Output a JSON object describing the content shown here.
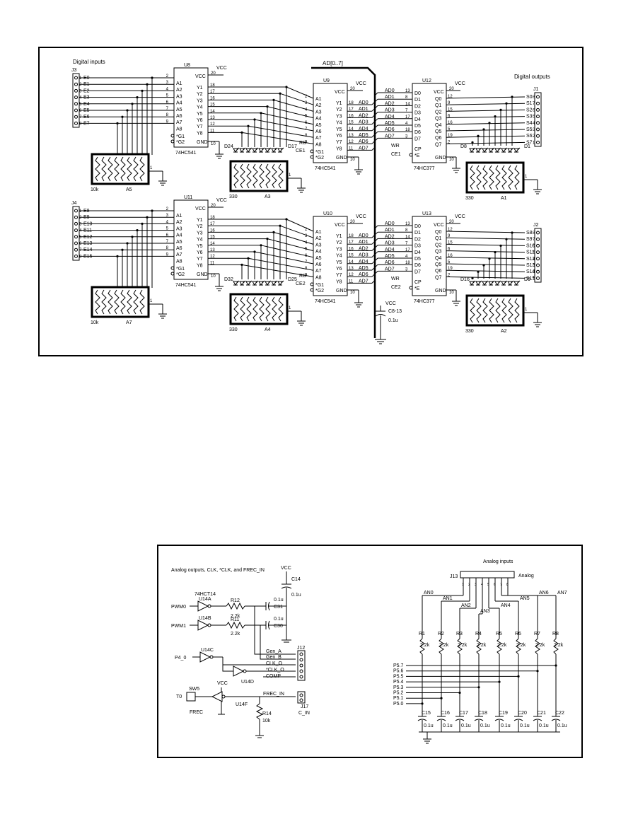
{
  "top": {
    "digital_inputs_title": "Digital inputs",
    "digital_outputs_title": "Digital outputs",
    "bus_label": "AD[0..7]",
    "vcc": "VCC",
    "input_connectors": [
      {
        "ref": "J3",
        "pins": [
          "E0",
          "E1",
          "E2",
          "E3",
          "E4",
          "E5",
          "E6",
          "E7"
        ]
      },
      {
        "ref": "J4",
        "pins": [
          "E8",
          "E9",
          "E10",
          "E11",
          "E12",
          "E13",
          "E14",
          "E15"
        ]
      }
    ],
    "output_connectors": [
      {
        "ref": "J1",
        "pins": [
          "S0",
          "S1",
          "S2",
          "S3",
          "S4",
          "S5",
          "S6",
          "S7"
        ]
      },
      {
        "ref": "J2",
        "pins": [
          "S8",
          "S9",
          "S10",
          "S11",
          "S12",
          "S13",
          "S14",
          "S15"
        ]
      }
    ],
    "buffers": [
      {
        "ref": "U8",
        "part": "74HC541"
      },
      {
        "ref": "U9",
        "part": "74HC541"
      },
      {
        "ref": "U11",
        "part": "74HC541"
      },
      {
        "ref": "U10",
        "part": "74HC541"
      }
    ],
    "latches": [
      {
        "ref": "U12",
        "part": "74HC377"
      },
      {
        "ref": "U13",
        "part": "74HC377"
      }
    ],
    "buffer_pins_left": [
      "A1",
      "A2",
      "A3",
      "A4",
      "A5",
      "A6",
      "A7",
      "A8"
    ],
    "buffer_pins_right": [
      "Y1",
      "Y2",
      "Y3",
      "Y4",
      "Y5",
      "Y6",
      "Y7",
      "Y8"
    ],
    "buffer_gate_pins": [
      "*G1",
      "*G2",
      "GND"
    ],
    "latch_pins_left": [
      "D0",
      "D1",
      "D2",
      "D3",
      "D4",
      "D5",
      "D6",
      "D7"
    ],
    "latch_pins_right": [
      "Q0",
      "Q1",
      "Q2",
      "Q3",
      "Q4",
      "Q5",
      "Q6",
      "Q7"
    ],
    "latch_ctrl_pins": [
      "CP",
      "*E",
      "GND"
    ],
    "ad_lines": [
      "AD0",
      "AD1",
      "AD2",
      "AD3",
      "AD4",
      "AD5",
      "AD6",
      "AD7"
    ],
    "signals": {
      "rd": "RD",
      "wr": "WR",
      "ce1": "CE1",
      "ce2": "CE2"
    },
    "resistor_networks": [
      {
        "ref": "A5",
        "value": "10k"
      },
      {
        "ref": "A3",
        "value": "330"
      },
      {
        "ref": "A7",
        "value": "10k"
      },
      {
        "ref": "A4",
        "value": "330"
      },
      {
        "ref": "A1",
        "value": "330"
      },
      {
        "ref": "A2",
        "value": "330"
      }
    ],
    "led_labels": [
      "D24",
      "D17",
      "D32",
      "D25",
      "D8",
      "D1",
      "D16",
      "D9"
    ],
    "decoupling_cap": {
      "ref": "C8-13",
      "value": "0.1u"
    }
  },
  "bottom_left": {
    "title": "Analog outputs, CLK, *CLK, and FREC_IN",
    "vcc": "VCC",
    "inverter_part": "74HCT14",
    "inverters": [
      "U14A",
      "U14B",
      "U14C",
      "U14D",
      "U14F"
    ],
    "inputs": {
      "pwm0": "PWM0",
      "pwm1": "PWM1",
      "p4": "P4_0",
      "t0": "T0"
    },
    "resistors": [
      {
        "ref": "R12",
        "value": "2.2k"
      },
      {
        "ref": "R11",
        "value": "2.2k"
      },
      {
        "ref": "R14",
        "value": "10k"
      }
    ],
    "caps": [
      {
        "ref": "C14",
        "value": "0.1u"
      },
      {
        "ref": "C31",
        "value": "0.1u"
      },
      {
        "ref": "C30",
        "value": "0.1u"
      }
    ],
    "connector_j12": {
      "ref": "J12",
      "pins": [
        "Gen_A",
        "Gen_B",
        "CLK_O",
        "*CLK_O",
        "COMP"
      ]
    },
    "connector_j17": {
      "ref": "J17",
      "label": "C_IN"
    },
    "frec_net": "FREC_IN",
    "switch": {
      "ref": "SW5",
      "label": "FREC"
    }
  },
  "bottom_right": {
    "title": "Analog inputs",
    "connector": {
      "ref": "J13",
      "label": "Analog"
    },
    "channels": [
      "AN0",
      "AN1",
      "AN2",
      "AN3",
      "AN4",
      "AN5",
      "AN6",
      "AN7"
    ],
    "resistors": [
      "R1",
      "R2",
      "R3",
      "R4",
      "R5",
      "R6",
      "R7",
      "R8"
    ],
    "resistor_value": "2.2k",
    "caps": [
      "C15",
      "C16",
      "C17",
      "C18",
      "C19",
      "C20",
      "C21",
      "C22"
    ],
    "cap_value": "0.1u",
    "ports": [
      "P5.7",
      "P5.6",
      "P5.5",
      "P5.4",
      "P5.3",
      "P5.2",
      "P5.1",
      "P5.0"
    ]
  }
}
